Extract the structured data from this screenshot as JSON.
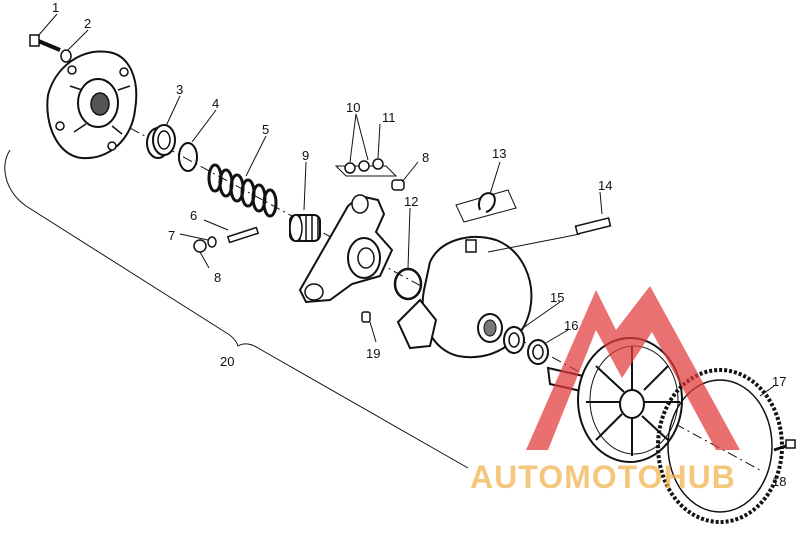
{
  "callouts": [
    "1",
    "2",
    "3",
    "4",
    "5",
    "6",
    "7",
    "8",
    "8",
    "9",
    "10",
    "11",
    "12",
    "13",
    "14",
    "15",
    "16",
    "17",
    "18",
    "19",
    "20"
  ],
  "watermark": {
    "text": "AUTOMOTOHUB",
    "color_main": "#f2b24a",
    "color_mark": "#e23a3a"
  },
  "colors": {
    "ink": "#111111",
    "paper": "#ffffff"
  }
}
